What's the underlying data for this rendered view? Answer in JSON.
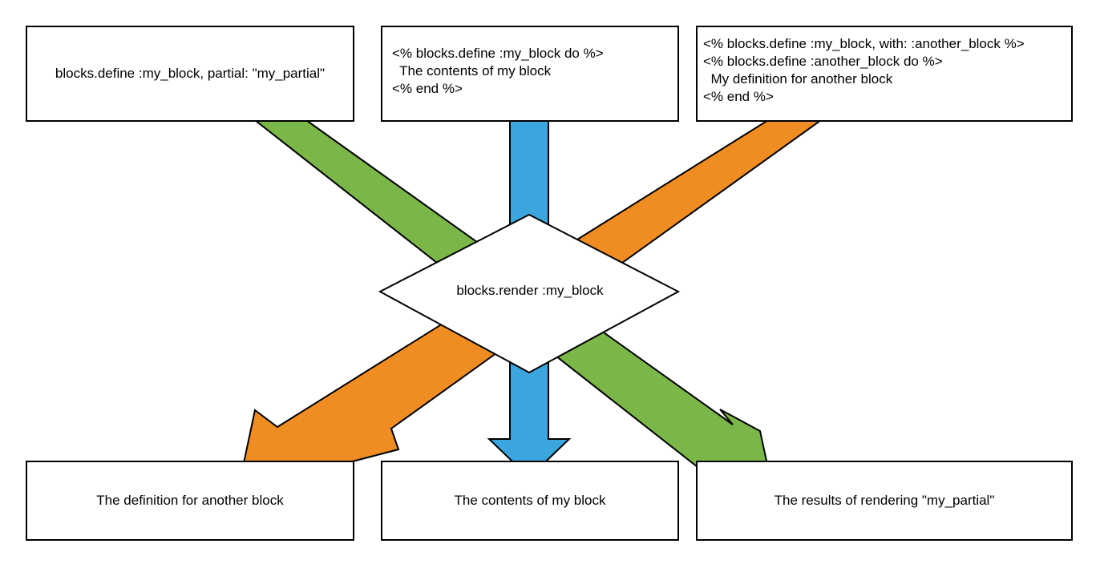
{
  "colors": {
    "green_arrow": "#7ab648",
    "blue_arrow": "#3aa6dd",
    "orange_arrow": "#ef8d22",
    "stroke": "#000000",
    "box_fill": "#ffffff"
  },
  "source_boxes": {
    "partial": {
      "text": "blocks.define :my_block, partial: \"my_partial\""
    },
    "block_do": {
      "lines": [
        "<% blocks.define :my_block do %>",
        "  The contents of my block",
        "<% end %>"
      ]
    },
    "with_another": {
      "lines": [
        "<% blocks.define :my_block, with: :another_block %>",
        "<% blocks.define :another_block do %>",
        "  My definition for another block",
        "<% end %>"
      ]
    }
  },
  "center": {
    "label": "blocks.render :my_block"
  },
  "result_boxes": {
    "another_definition": "The definition for another block",
    "contents": "The contents of my block",
    "partial_results": "The results of rendering \"my_partial\""
  }
}
